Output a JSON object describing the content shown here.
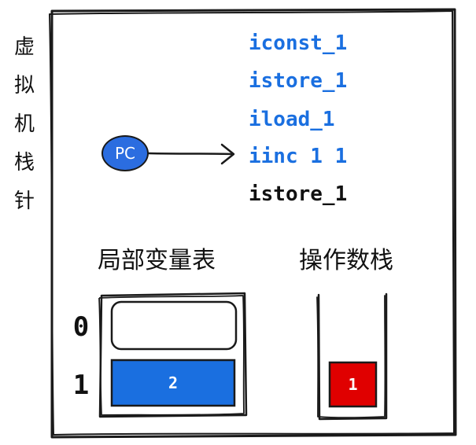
{
  "colors": {
    "stroke": "#1a1a1a",
    "executed": "#1a6fe0",
    "pending": "#111111",
    "pc_fill": "#2b6de0",
    "local_slot_fill": "#1a6fe0",
    "stack_item_fill": "#e00000"
  },
  "pc_register": {
    "chars": [
      "虚",
      "拟",
      "机",
      "栈",
      "针"
    ],
    "badge": "PC"
  },
  "instructions": [
    {
      "text": "iconst_1",
      "state": "executed"
    },
    {
      "text": "istore_1",
      "state": "executed"
    },
    {
      "text": "iload_1",
      "state": "executed"
    },
    {
      "text": "iinc 1 1",
      "state": "executed"
    },
    {
      "text": "istore_1",
      "state": "pending"
    }
  ],
  "local_variables": {
    "title": "局部变量表",
    "slots": [
      {
        "index": "0",
        "value": ""
      },
      {
        "index": "1",
        "value": "2"
      }
    ]
  },
  "operand_stack": {
    "title": "操作数栈",
    "items": [
      "1"
    ]
  }
}
